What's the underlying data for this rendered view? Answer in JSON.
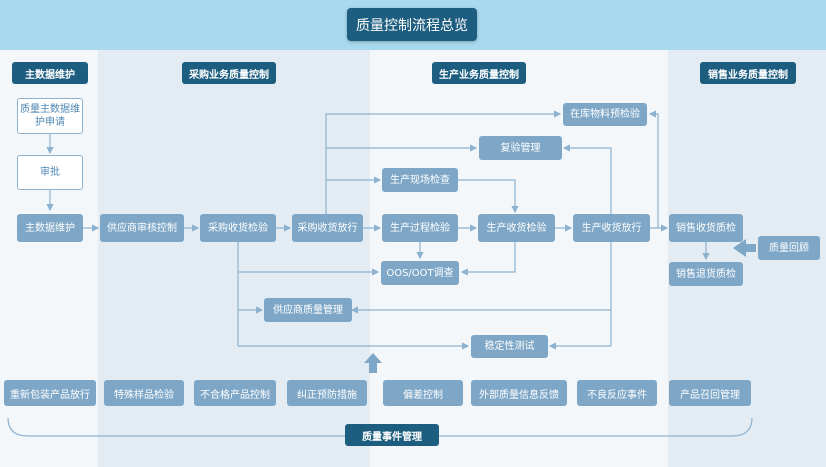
{
  "title": "质量控制流程总览",
  "columns": {
    "master": "主数据维护",
    "purchase": "采购业务质量控制",
    "production": "生产业务质量控制",
    "sales": "销售业务质量控制"
  },
  "nodes": {
    "master_apply": "质量主数据维护申请",
    "approve": "审批",
    "master_maint": "主数据维护",
    "supplier_review": "供应商审核控制",
    "purchase_inspect": "采购收货检验",
    "purchase_release": "采购收货放行",
    "stock_warning": "在库物料预检验",
    "recheck": "复验管理",
    "site_check": "生产现场检查",
    "process_inspect": "生产过程检验",
    "prod_receipt_inspect": "生产收货检验",
    "prod_release": "生产收货放行",
    "oos": "OOS/OOT调查",
    "supplier_quality": "供应商质量管理",
    "stability": "稳定性测试",
    "sales_receipt": "销售收货质检",
    "sales_return": "销售退货质检",
    "recall_review": "质量回顾"
  },
  "events": [
    "重新包装产品放行",
    "特殊样品检验",
    "不合格产品控制",
    "纠正预防措施",
    "偏差控制",
    "外部质量信息反馈",
    "不良反应事件",
    "产品召回管理"
  ],
  "event_bar": "质量事件管理",
  "colors": {
    "header": "#1d5e80",
    "node": "#7ea7c7",
    "line": "#8db2cf",
    "topbar": "#a8d9ee"
  }
}
